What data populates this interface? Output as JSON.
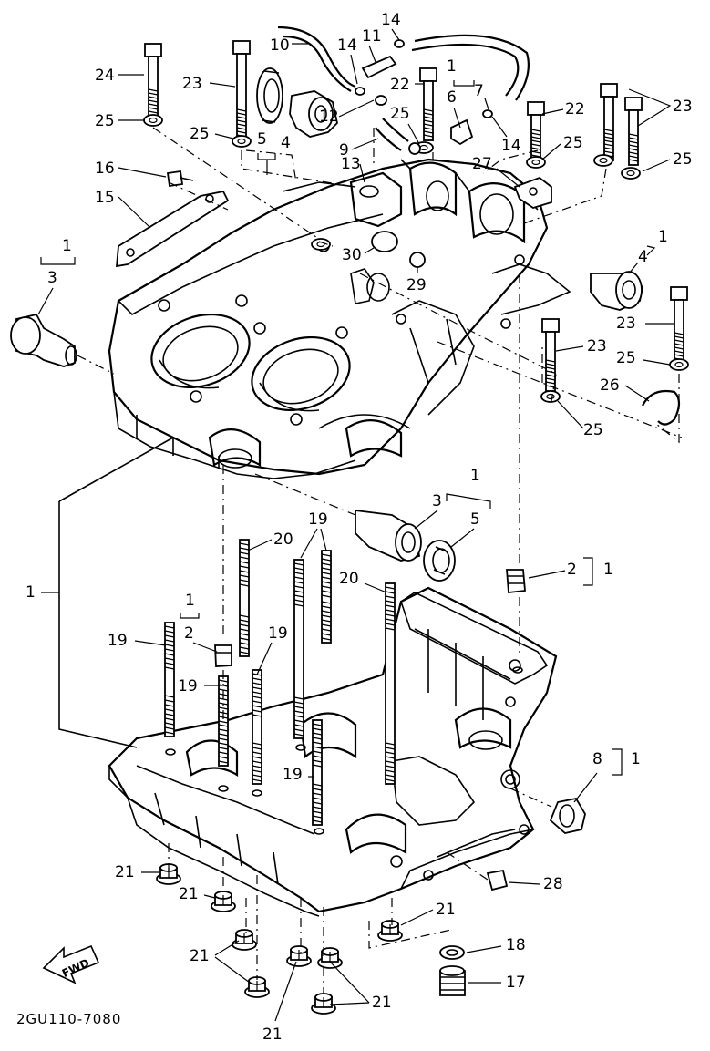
{
  "drawing_code": "2GU110-7080",
  "direction_arrow": "FWD",
  "callouts": {
    "c1_a": "1",
    "c1_b": "1",
    "c1_c": "1",
    "c1_d": "1",
    "c1_e": "1",
    "c1_f": "1",
    "c1_g": "1",
    "c1_h": "1",
    "c2_a": "2",
    "c2_b": "2",
    "c3_a": "3",
    "c3_b": "3",
    "c4_a": "4",
    "c4_b": "4",
    "c5_a": "5",
    "c5_b": "5",
    "c6": "6",
    "c7": "7",
    "c8": "8",
    "c9": "9",
    "c10": "10",
    "c11": "11",
    "c12": "12",
    "c13": "13",
    "c14_a": "14",
    "c14_b": "14",
    "c14_c": "14",
    "c15": "15",
    "c16": "16",
    "c17": "17",
    "c18": "18",
    "c19_a": "19",
    "c19_b": "19",
    "c19_c": "19",
    "c19_d": "19",
    "c19_e": "19",
    "c20_a": "20",
    "c20_b": "20",
    "c21_a": "21",
    "c21_b": "21",
    "c21_c": "21",
    "c21_d": "21",
    "c21_e": "21",
    "c21_f": "21",
    "c22_a": "22",
    "c22_b": "22",
    "c23_a": "23",
    "c23_b": "23",
    "c23_c": "23",
    "c23_d": "23",
    "c24": "24",
    "c25_a": "25",
    "c25_b": "25",
    "c25_c": "25",
    "c25_d": "25",
    "c25_e": "25",
    "c25_f": "25",
    "c25_g": "25",
    "c26": "26",
    "c27": "27",
    "c28": "28",
    "c29": "29",
    "c30": "30"
  }
}
